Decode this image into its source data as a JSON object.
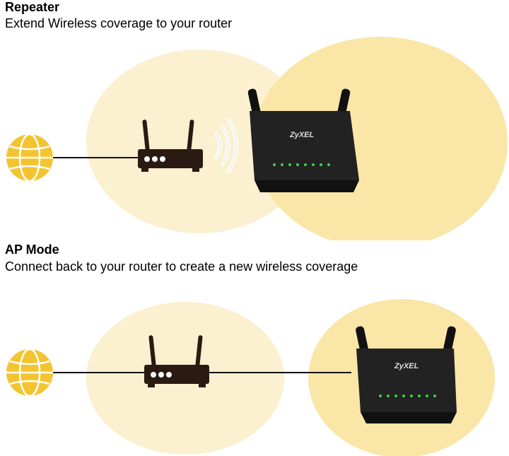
{
  "repeater": {
    "title": "Repeater",
    "subtitle": "Extend Wireless coverage to your router",
    "router_brand": "ZyXEL"
  },
  "ap_mode": {
    "title": "AP Mode",
    "subtitle": "Connect back to your router to create a new wireless coverage",
    "router_brand": "ZyXEL"
  },
  "colors": {
    "coverage_light": "#fbf0cf",
    "coverage_strong": "#fae6a6",
    "globe": "#f4c430",
    "device": "#1a1a1a"
  },
  "icons": [
    "globe-icon",
    "router-icon",
    "wifi-signal-icon",
    "zyxel-router"
  ]
}
